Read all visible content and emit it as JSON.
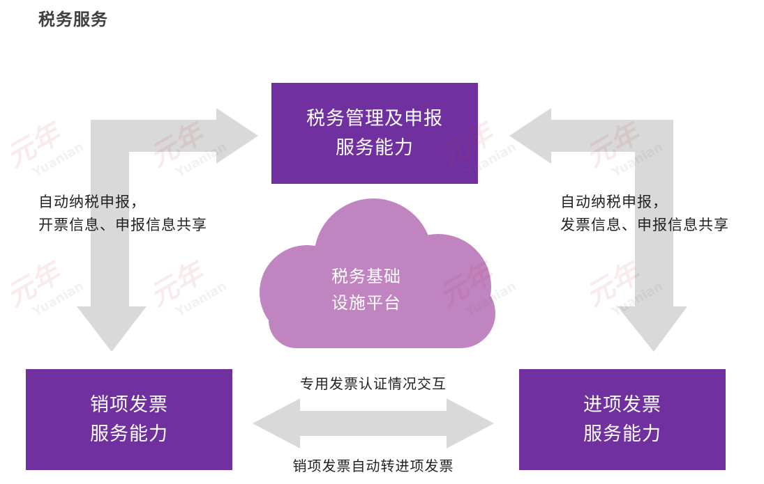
{
  "title": "税务服务",
  "top_box": {
    "line1": "税务管理及申报",
    "line2": "服务能力"
  },
  "cloud": {
    "line1": "税务基础",
    "line2": "设施平台"
  },
  "left_box": {
    "line1": "销项发票",
    "line2": "服务能力"
  },
  "right_box": {
    "line1": "进项发票",
    "line2": "服务能力"
  },
  "left_note": {
    "line1": "自动纳税申报，",
    "line2": "开票信息、申报信息共享"
  },
  "right_note": {
    "line1": "自动纳税申报，",
    "line2": "发票信息、申报信息共享"
  },
  "bottom_note_top": "专用发票认证情况交互",
  "bottom_note_bottom": "销项发票自动转进项发票",
  "watermark": {
    "cn": "元年",
    "en": "Yuanian"
  },
  "colors": {
    "box": "#7030a0",
    "cloud": "#c084c0",
    "arrow": "#d9d9d9",
    "text": "#222222"
  }
}
